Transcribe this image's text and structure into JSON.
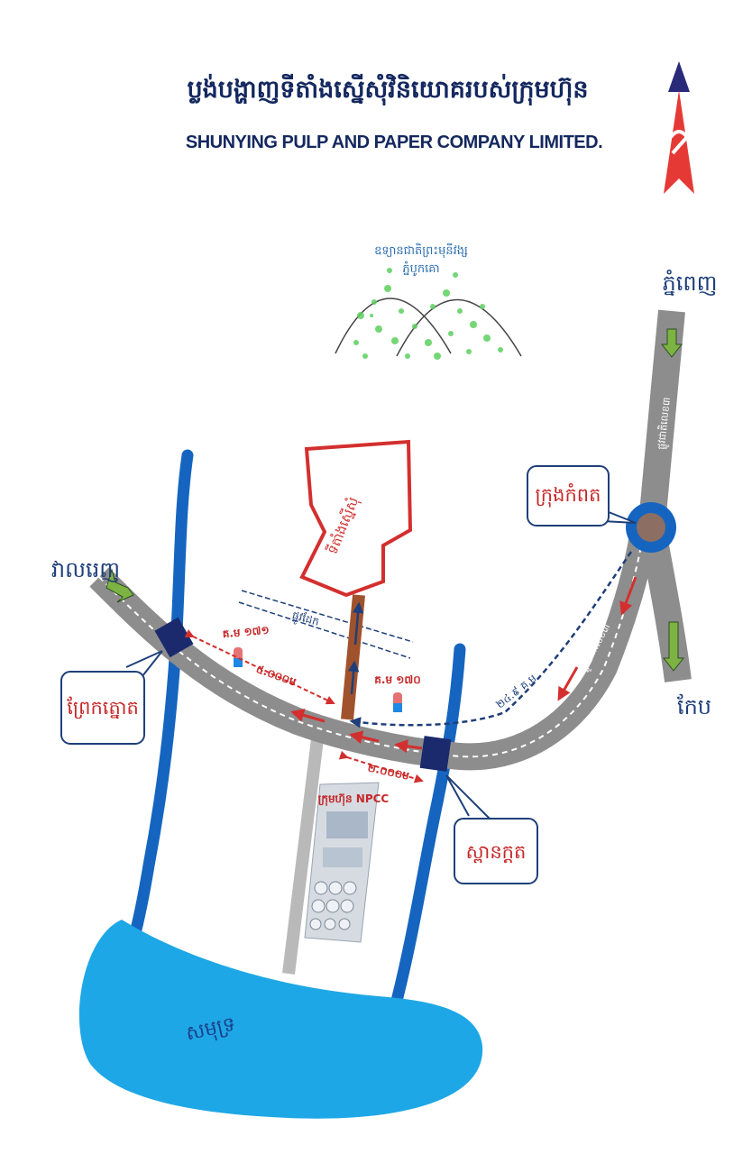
{
  "header": {
    "title_kh": "ប្លង់បង្ហាញទីតាំងស្នើសុំវិនិយោគរបស់ក្រុមហ៊ុន",
    "title_en": "SHUNYING PULP AND PAPER COMPANY LIMITED."
  },
  "compass": {
    "icon": "north-arrow-icon"
  },
  "mountain": {
    "line1": "ឧទ្យានជាតិព្រះមុនីវង្ស",
    "line2": "ភ្នំបូកគោ"
  },
  "places": {
    "top_right": "ភ្នំពេញ",
    "left": "វាលរេញ",
    "bottom_right": "កែប",
    "sea": "សមុទ្រ"
  },
  "callouts": {
    "kampot": "ក្រុងកំពត",
    "prek_tnaot": "ព្រែកត្នោត",
    "spean": "ស្ពានក្តត"
  },
  "site": {
    "label": "ទីតាំងស្នើសុំ",
    "railway": "ផ្លូវដែក",
    "factory": "ក្រុមហ៊ុន NPCC"
  },
  "markers": {
    "left": "គ.ម ១៧១",
    "right": "គ.ម ១៧០"
  },
  "distances": {
    "left": "៥.០០០ម",
    "bottom": "២.០០០ម"
  },
  "roads": {
    "nr3": "ផ្លូវជាតិលេខ៣",
    "km": "២៤.៩ គ.ម"
  },
  "colors": {
    "road": "#8d8d8d",
    "river": "#1565c0",
    "sea": "#1ea7e6",
    "site_outline": "#d32f2f",
    "callout_border": "#1f3f7a",
    "route": "#d32f2f"
  }
}
